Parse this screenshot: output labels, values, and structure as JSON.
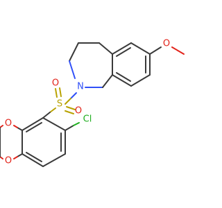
{
  "molecule": {
    "atom_labels": {
      "methoxy_oxygen": "O",
      "nitrogen": "N",
      "sulfur": "S",
      "sulfonyl_oxygen_top": "O",
      "sulfonyl_oxygen_bottom": "O",
      "dioxane_oxygen_top": "O",
      "dioxane_oxygen_bottom": "O",
      "chlorine": "Cl"
    },
    "colors": {
      "carbon_bond": "#3a3a3a",
      "oxygen": "#e2231a",
      "nitrogen": "#3050f8",
      "sulfur": "#b8a200",
      "chlorine": "#1fae1f",
      "background": "#ffffff"
    }
  }
}
